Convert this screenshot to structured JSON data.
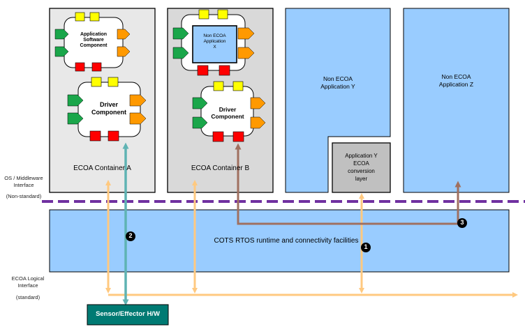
{
  "os_interface_label": [
    "OS / Middleware",
    "Interface"
  ],
  "non_standard_label": "(Non-standard)",
  "logical_interface_label": [
    "ECOA Logical",
    "Interface"
  ],
  "standard_label": "(standard)",
  "container_a": {
    "label": "ECOA Container A",
    "app_component": [
      "Application",
      "Software",
      "Component"
    ],
    "driver_component": [
      "Driver",
      "Component"
    ]
  },
  "container_b": {
    "label": "ECOA Container B",
    "non_ecoa_x": [
      "Non ECOA",
      "Application",
      "X"
    ],
    "driver_component": [
      "Driver",
      "Component"
    ]
  },
  "app_y": [
    "Non ECOA",
    "Application Y"
  ],
  "app_y_conversion": [
    "Application Y",
    "ECOA",
    "conversion",
    "layer"
  ],
  "app_z": [
    "Non ECOA",
    "Application Z"
  ],
  "rtos_label": "COTS RTOS runtime and connectivity facilities",
  "sensor_label": "Sensor/Effector H/W",
  "markers": [
    "1",
    "2",
    "3"
  ],
  "colors": {
    "container_bg": "#e8e8e8",
    "container_b_bg": "#d9d9d9",
    "blue_box": "#99ccff",
    "conversion_bg": "#c0c0c0",
    "sensor_bg": "#007a73",
    "dashed_line": "#7030a0",
    "orange_arrow": "#ffc980",
    "teal_arrow": "#5fb3b3",
    "brown_arrow": "#a07060",
    "port_green": "#1aa64a",
    "port_orange": "#ff9900",
    "port_yellow": "#ffff00",
    "port_red": "#ff0000"
  }
}
